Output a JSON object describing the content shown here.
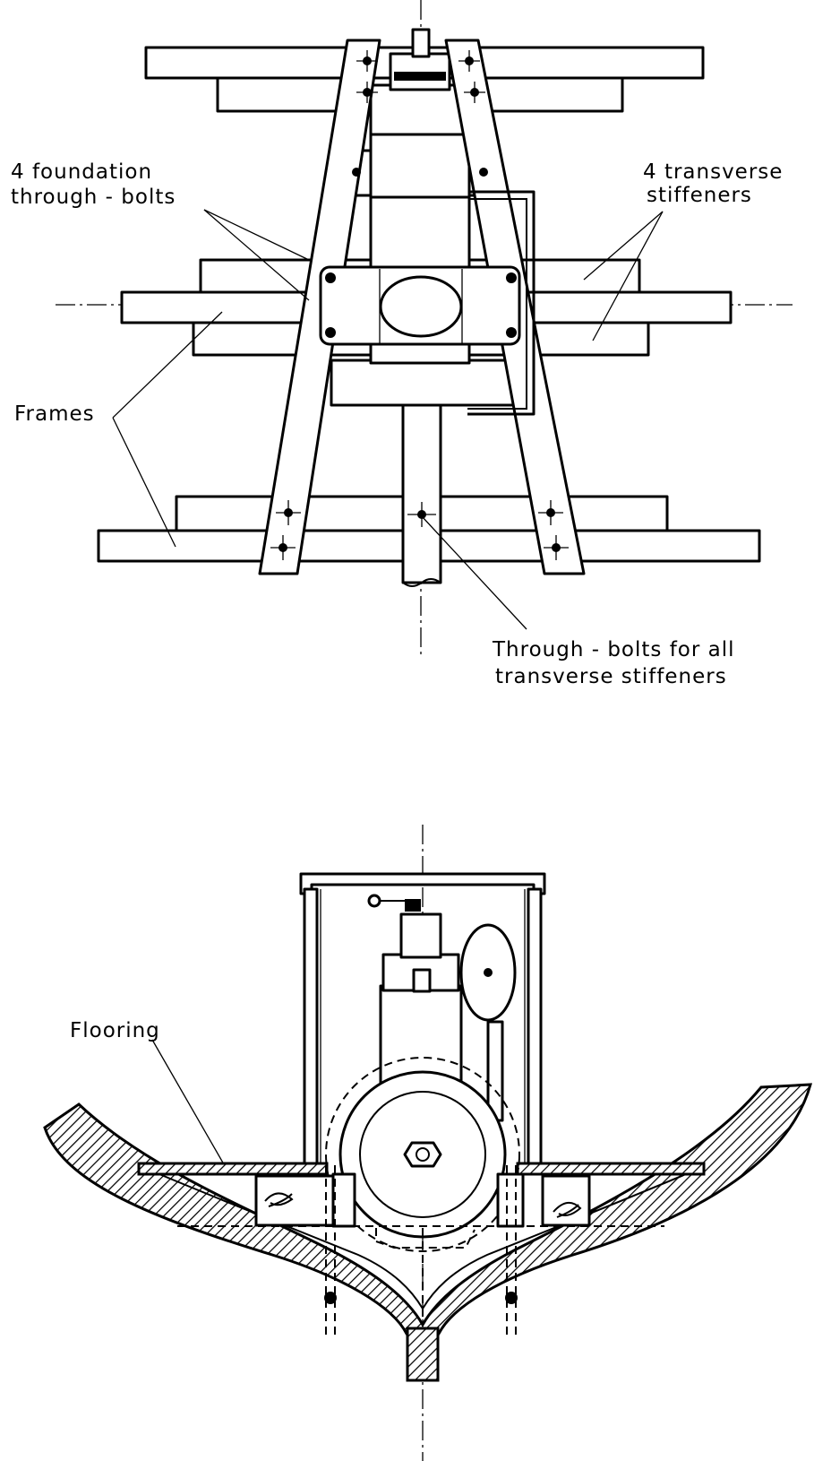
{
  "labels": {
    "foundation_bolts_line1": "4 foundation",
    "foundation_bolts_line2": "through - bolts",
    "transverse_stiffeners_line1": "4 transverse",
    "transverse_stiffeners_line2": "stiffeners",
    "frames": "Frames",
    "through_bolts_line1": "Through - bolts for all",
    "through_bolts_line2": "transverse stiffeners",
    "flooring": "Flooring"
  },
  "colors": {
    "ink": "#000000",
    "paper": "#ffffff"
  }
}
